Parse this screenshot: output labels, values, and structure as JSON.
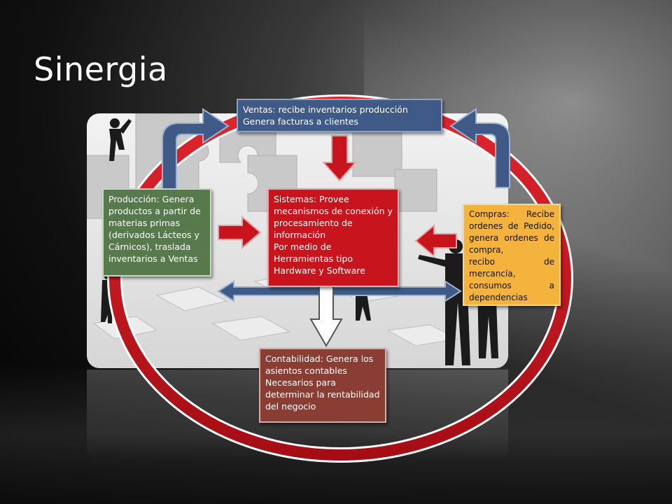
{
  "slide": {
    "title": "Sinergia"
  },
  "boxes": {
    "ventas": {
      "line1": "Ventas: recibe inventarios producción",
      "line2": "Genera facturas a clientes"
    },
    "produccion": {
      "text": "Producción: Genera productos a partir de materias primas (derivados Lácteos y Cárnicos), traslada inventarios a Ventas"
    },
    "sistemas": {
      "line1": "Sistemas: Provee mecanismos de conexión y procesamiento de información",
      "line2": "Por medio de Herramientas tipo Hardware y Software"
    },
    "compras": {
      "line1": "Compras: Recibe ordenes de Pedido, genera ordenes de compra,",
      "line2": "recibo de mercancía, consumos a dependencias"
    },
    "contabilidad": {
      "line1": "Contabilidad: Genera los asientos contables",
      "line2": "Necesarios para determinar la rentabilidad del negocio"
    }
  },
  "colors": {
    "ring": "#c8141c",
    "arrow_blue": "#3f5a87",
    "arrow_red": "#c8141c",
    "ventas": "#3f5a87",
    "produccion": "#567a4c",
    "sistemas": "#c8141c",
    "compras": "#f3b33c",
    "contabilidad": "#8a3d33"
  }
}
